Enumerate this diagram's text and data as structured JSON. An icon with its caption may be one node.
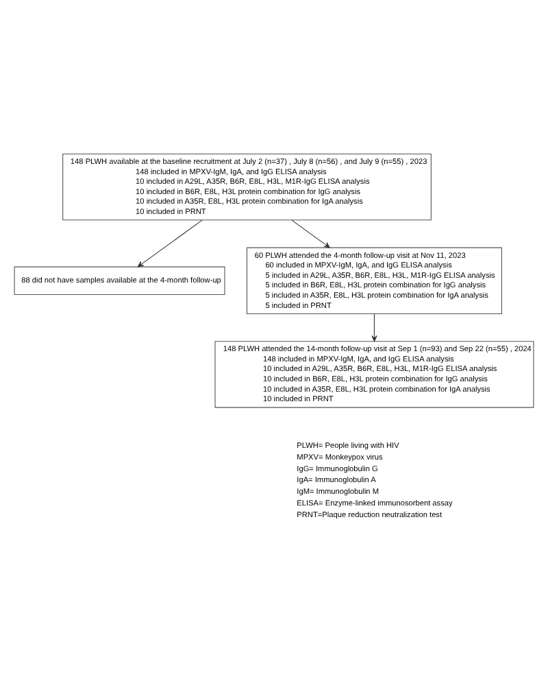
{
  "diagram": {
    "nodes": [
      {
        "text": [
          "148 PLWH available at the baseline recruitment at July 2 (n=37) , July 8 (n=56) , and July 9 (n=55) , 2023",
          "148 included in MPXV-IgM, IgA, and IgG ELISA analysis",
          "10 included in A29L, A35R, B6R, E8L, H3L, M1R-IgG ELISA analysis",
          "10 included in B6R, E8L, H3L protein combination for IgG analysis",
          "10 included in A35R, E8L, H3L protein combination for IgA analysis",
          "10 included in PRNT"
        ]
      },
      {
        "text": [
          "88 did not have samples available at the 4-month follow-up"
        ]
      },
      {
        "text": [
          "60 PLWH attended the 4-month follow-up visit at Nov 11, 2023",
          "60 included in MPXV-IgM, IgA, and IgG ELISA analysis",
          "5 included in A29L, A35R, B6R, E8L, H3L, M1R-IgG ELISA analysis",
          "5 included in B6R, E8L, H3L protein combination for IgG analysis",
          "5 included in A35R, E8L, H3L protein combination for IgA analysis",
          "5 included in PRNT"
        ]
      },
      {
        "text": [
          "148 PLWH attended the 14-month follow-up visit at Sep 1 (n=93) and Sep 22 (n=55) , 2024",
          "148 included in MPXV-IgM, IgA, and IgG ELISA analysis",
          "10 included in A29L, A35R, B6R, E8L, H3L, M1R-IgG ELISA analysis",
          "10 included in B6R, E8L, H3L protein combination for IgG analysis",
          "10 included in A35R, E8L, H3L protein combination for IgA analysis",
          "10 included in PRNT"
        ]
      }
    ],
    "edges": [
      {
        "from": 0,
        "to": 2,
        "arrow": "to"
      },
      {
        "from": 0,
        "to": 1,
        "arrow": "to"
      },
      {
        "from": 2,
        "to": 3,
        "arrow": "to"
      }
    ],
    "labels": [
      "PLWH= People living with HIV",
      "MPXV= Monkeypox virus",
      "IgG= Immunoglobulin G",
      "IgA= Immunoglobulin A",
      "IgM= Immunoglobulin M",
      "ELISA= Enzyme-linked immunosorbent assay",
      "PRNT=Plaque reduction neutralization test"
    ]
  }
}
